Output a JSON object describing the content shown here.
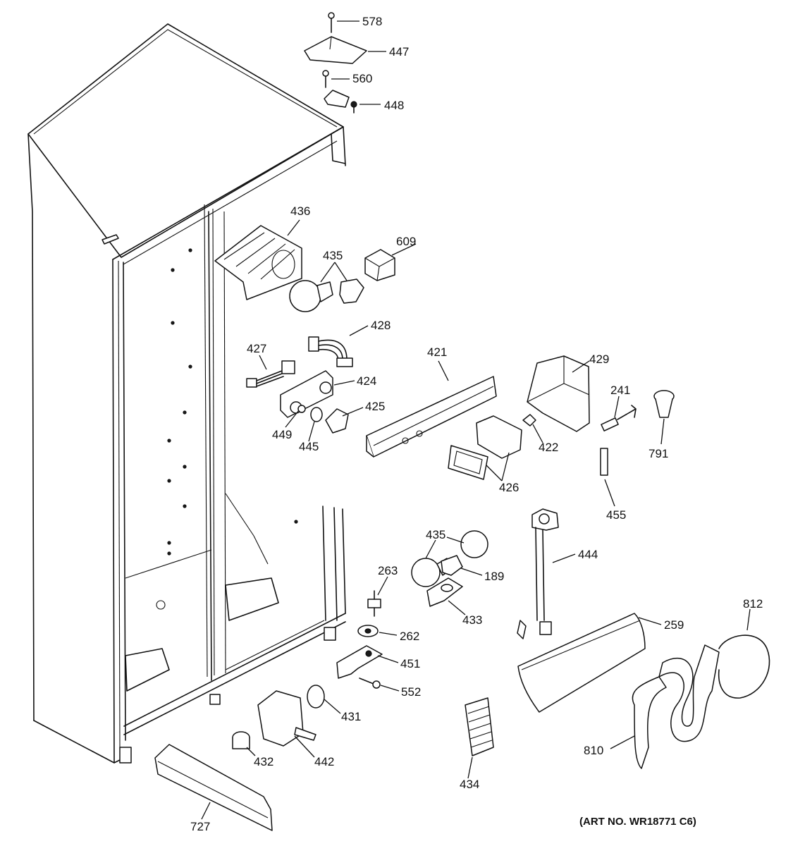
{
  "art_number": "(ART NO. WR18771 C6)",
  "parts": {
    "p578": "578",
    "p447": "447",
    "p560": "560",
    "p448": "448",
    "p436": "436",
    "p609": "609",
    "p435a": "435",
    "p428": "428",
    "p427": "427",
    "p421": "421",
    "p429": "429",
    "p424": "424",
    "p241": "241",
    "p425": "425",
    "p449": "449",
    "p445": "445",
    "p422": "422",
    "p791": "791",
    "p426": "426",
    "p455": "455",
    "p435b": "435",
    "p444": "444",
    "p263": "263",
    "p189": "189",
    "p433": "433",
    "p812": "812",
    "p259": "259",
    "p262": "262",
    "p451": "451",
    "p552": "552",
    "p431": "431",
    "p810": "810",
    "p432": "432",
    "p442": "442",
    "p434": "434",
    "p727": "727"
  }
}
